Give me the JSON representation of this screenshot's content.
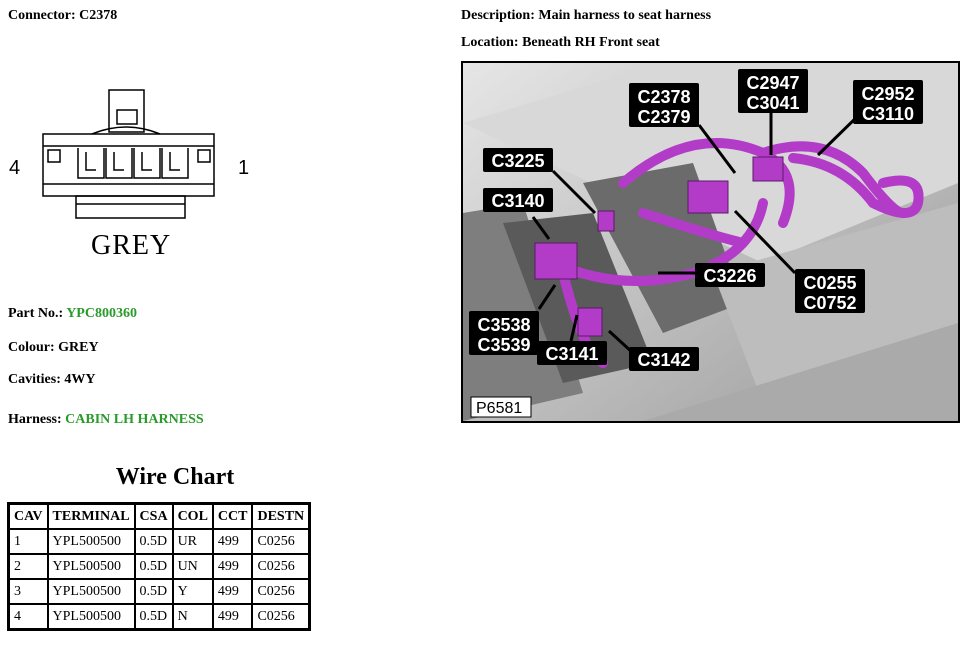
{
  "connector": {
    "label": "Connector:",
    "value": "C2378"
  },
  "description": {
    "label": "Description:",
    "value": "Main harness to seat harness"
  },
  "location": {
    "label": "Location:",
    "value": "Beneath RH Front seat"
  },
  "drawing": {
    "pin_left": "4",
    "pin_right": "1",
    "colour_text": "GREY"
  },
  "part_no": {
    "label": "Part No.:",
    "value": "YPC800360"
  },
  "colour": {
    "label": "Colour:",
    "value": "GREY"
  },
  "cavities": {
    "label": "Cavities:",
    "value": "4WY"
  },
  "harness": {
    "label": "Harness:",
    "value": "CABIN LH HARNESS"
  },
  "photo": {
    "ref": "P6581",
    "callouts": [
      "C2378",
      "C2379",
      "C2947",
      "C3041",
      "C2952",
      "C3110",
      "C3225",
      "C3140",
      "C3226",
      "C0255",
      "C0752",
      "C3538",
      "C3539",
      "C3141",
      "C3142"
    ]
  },
  "wire_chart": {
    "title": "Wire Chart",
    "headers": [
      "CAV",
      "TERMINAL",
      "CSA",
      "COL",
      "CCT",
      "DESTN"
    ],
    "rows": [
      [
        "1",
        "YPL500500",
        "0.5D",
        "UR",
        "499",
        "C0256"
      ],
      [
        "2",
        "YPL500500",
        "0.5D",
        "UN",
        "499",
        "C0256"
      ],
      [
        "3",
        "YPL500500",
        "0.5D",
        "Y",
        "499",
        "C0256"
      ],
      [
        "4",
        "YPL500500",
        "0.5D",
        "N",
        "499",
        "C0256"
      ]
    ]
  },
  "colors": {
    "green_text": "#2a9a2a",
    "harness_purple": "#b23cc8"
  }
}
